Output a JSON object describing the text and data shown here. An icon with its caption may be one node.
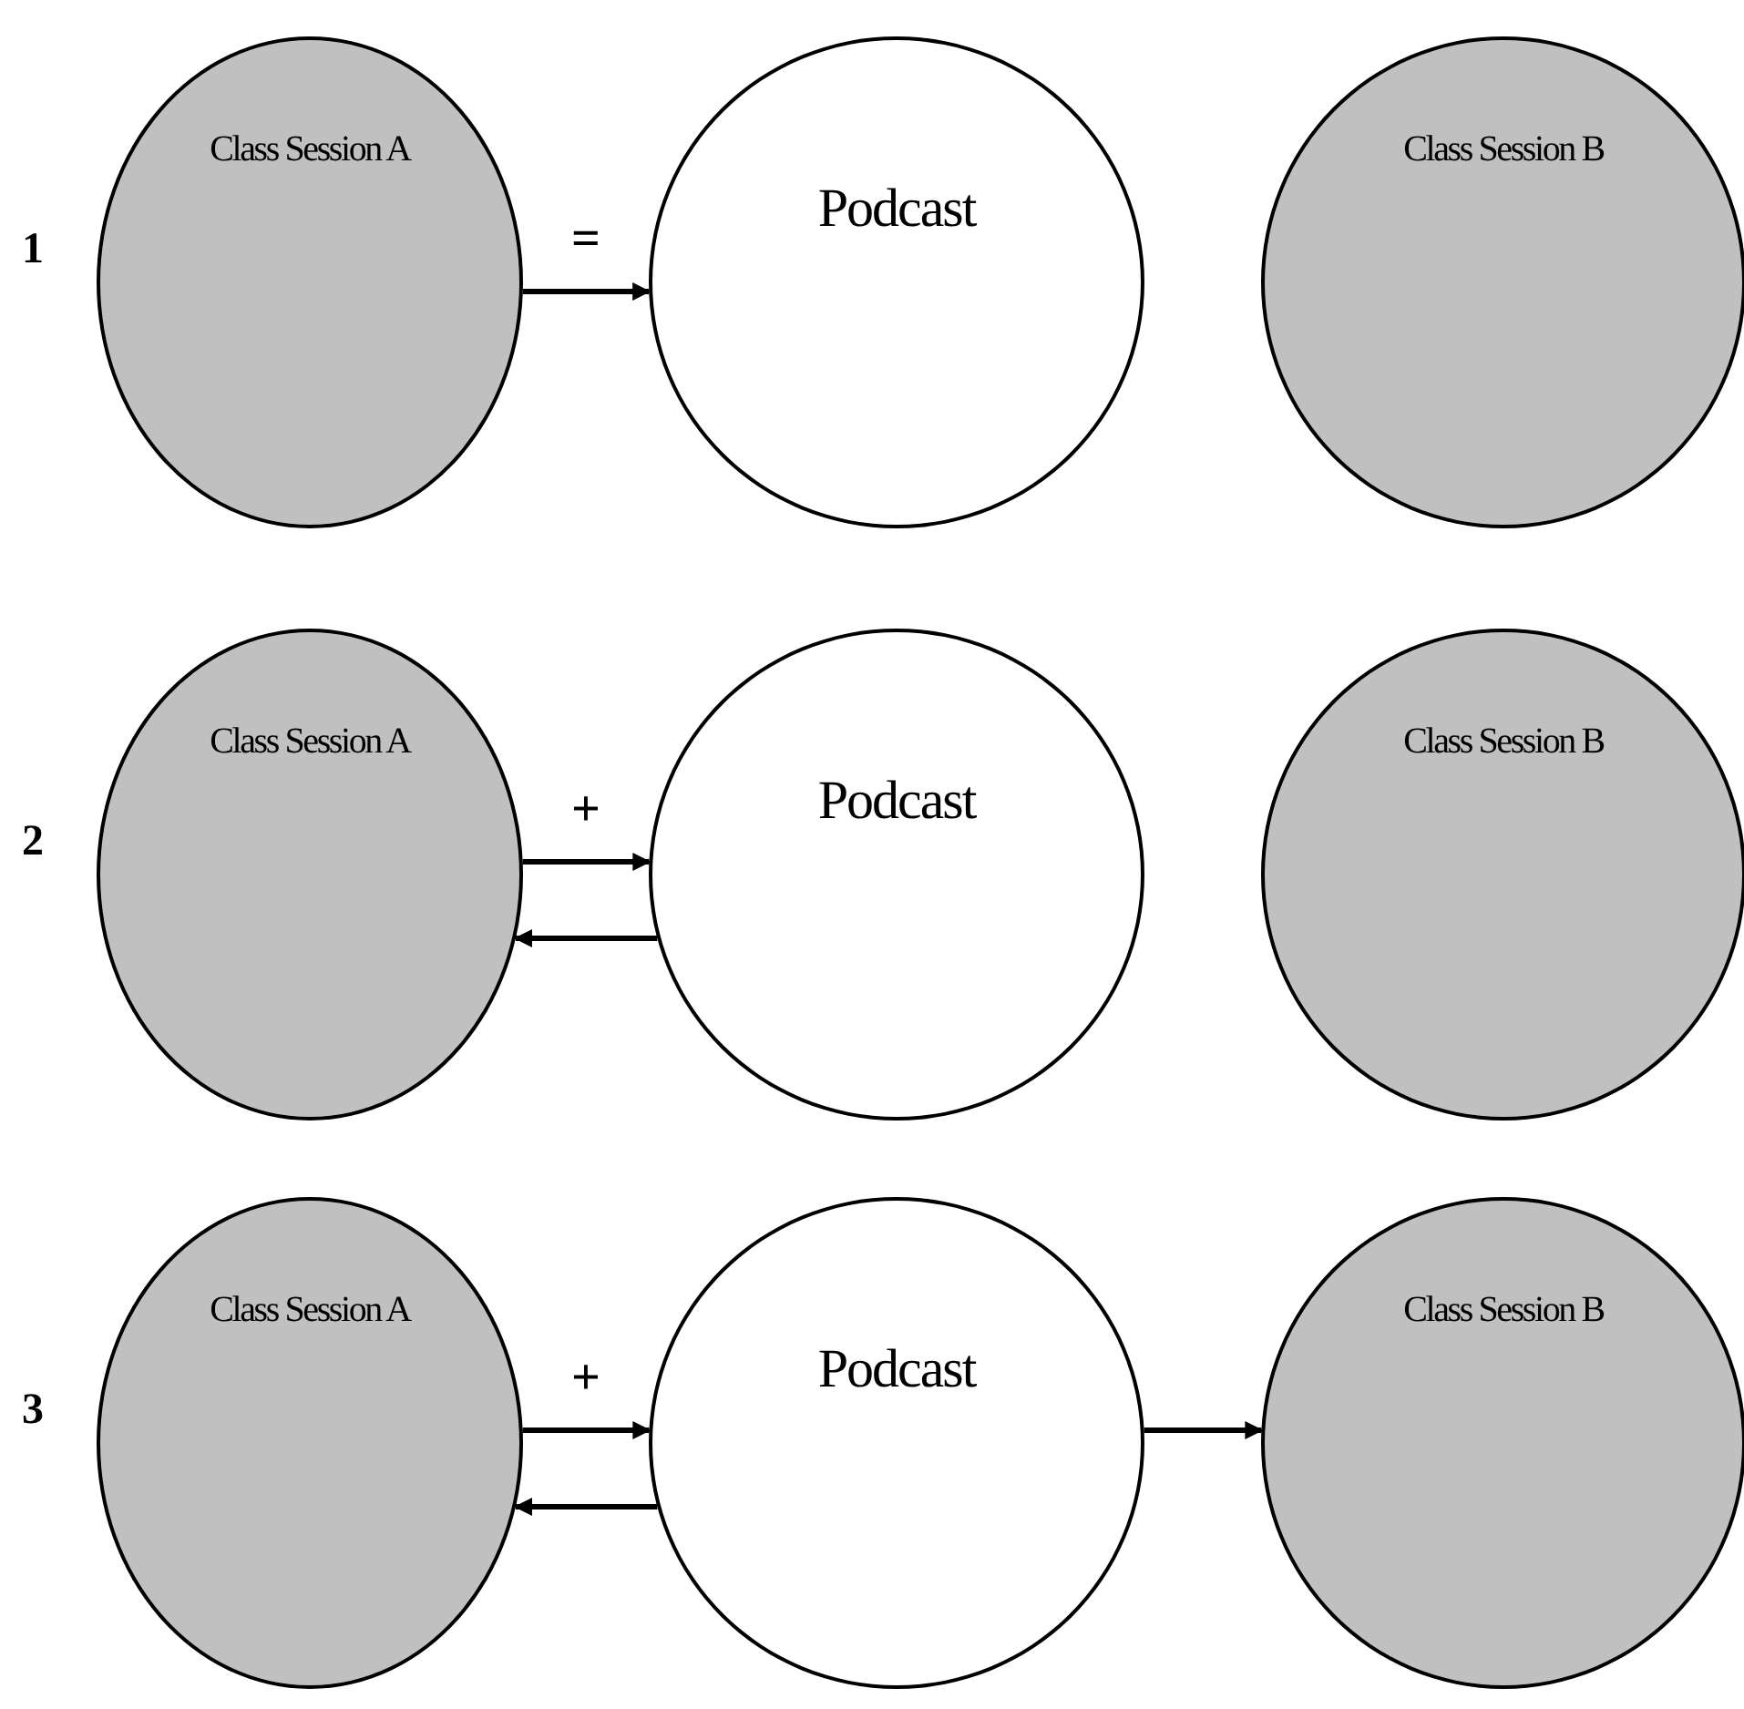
{
  "diagram": {
    "nodes": [
      {
        "text": [
          "Class Session A"
        ]
      },
      {
        "text": [
          "Podcast"
        ]
      },
      {
        "text": [
          "Class Session B"
        ]
      },
      {
        "text": [
          "Class Session A"
        ]
      },
      {
        "text": [
          "Podcast"
        ]
      },
      {
        "text": [
          "Class Session B"
        ]
      },
      {
        "text": [
          "Class Session A"
        ]
      },
      {
        "text": [
          "Podcast"
        ]
      },
      {
        "text": [
          "Class Session B"
        ]
      }
    ],
    "edges": [
      {
        "from": 0,
        "to": 1,
        "arrow": "to",
        "label": "="
      },
      {
        "from": 3,
        "to": 4,
        "arrow": "to",
        "label": "+"
      },
      {
        "from": 4,
        "to": 3,
        "arrow": "to"
      },
      {
        "from": 6,
        "to": 7,
        "arrow": "to",
        "label": "+"
      },
      {
        "from": 7,
        "to": 6,
        "arrow": "to"
      },
      {
        "from": 7,
        "to": 8,
        "arrow": "to"
      }
    ],
    "labels": [
      "1",
      "2",
      "3"
    ]
  }
}
